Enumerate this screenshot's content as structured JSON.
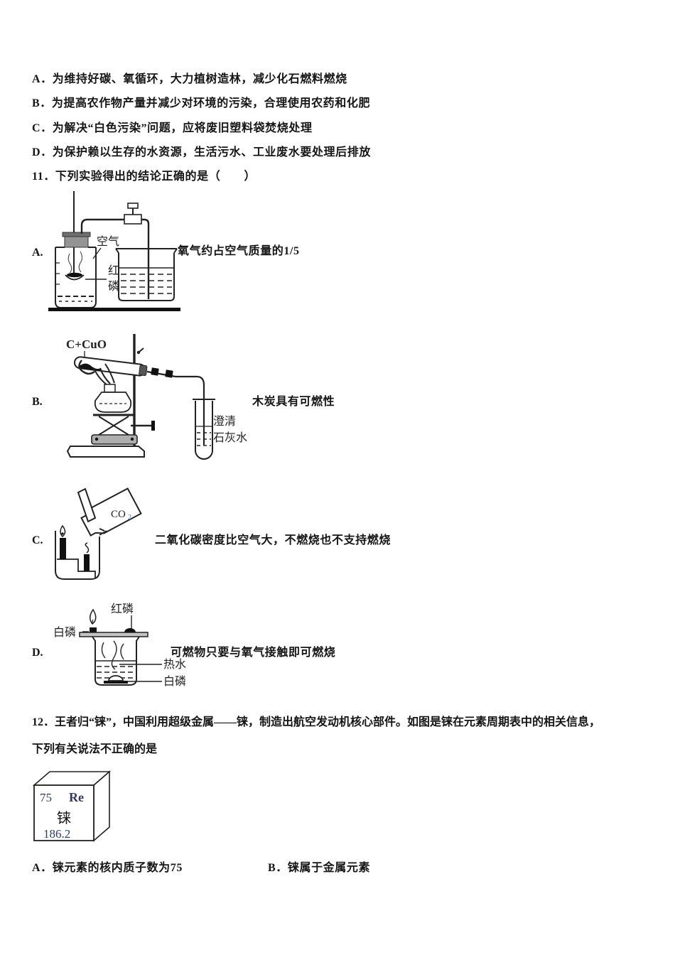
{
  "colors": {
    "ink": "#1a1a1a",
    "element_blue": "#2f3a66",
    "sub_blue": "#3f6fae"
  },
  "intro_options": {
    "a": "A．为维持好碳、氧循环，大力植树造林，减少化石燃料燃烧",
    "b": "B．为提高农作物产量并减少对环境的污染，合理使用农药和化肥",
    "c": "C．为解决“白色污染”问题，应将废旧塑料袋焚烧处理",
    "d": "D．为保护赖以生存的水资源，生活污水、工业废水要处理后排放"
  },
  "q11": {
    "stem": "11．下列实验得出的结论正确的是（　　）",
    "option_a": {
      "label": "A.",
      "conclusion": "氧气约占空气质量的1/5",
      "labels": {
        "air": "空气",
        "red_phos_1": "红",
        "red_phos_2": "磷"
      }
    },
    "option_b": {
      "label": "B.",
      "conclusion": "木炭具有可燃性",
      "labels": {
        "reactant": "C+CuO",
        "limewater_1": "澄清",
        "limewater_2": "石灰水"
      }
    },
    "option_c": {
      "label": "C.",
      "conclusion": "二氧化碳密度比空气大，不燃烧也不支持燃烧",
      "labels": {
        "gas": "CO",
        "gas_sub": "2"
      }
    },
    "option_d": {
      "label": "D.",
      "conclusion": "可燃物只要与氧气接触即可燃烧",
      "labels": {
        "red_phos": "红磷",
        "white_phos_top": "白磷",
        "hot_water": "热水",
        "white_phos_bottom": "白磷"
      }
    }
  },
  "q12": {
    "stem_line1": "12．王者归“铼”，中国利用超级金属——铼，制造出航空发动机核心部件。如图是铼在元素周期表中的相关信息，",
    "stem_line2": "下列有关说法不正确的是",
    "element": {
      "number": "75",
      "symbol": "Re",
      "name": "铼",
      "mass": "186.2"
    },
    "option_a": "A．铼元素的核内质子数为75",
    "option_b": "B．铼属于金属元素"
  }
}
